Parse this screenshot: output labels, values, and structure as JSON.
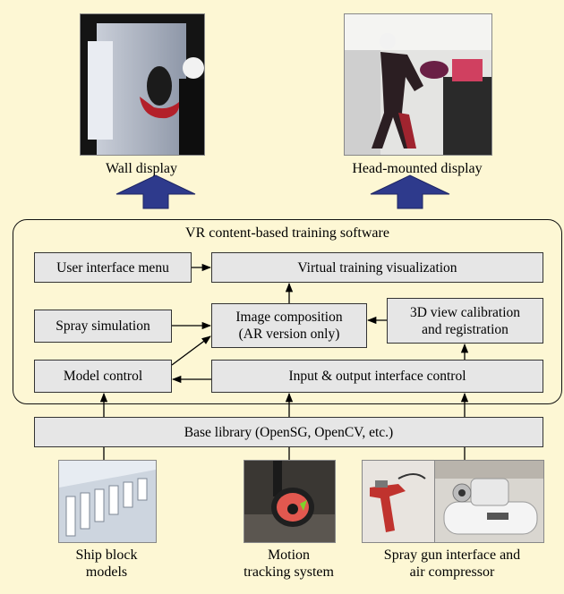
{
  "photos": {
    "wall_display": {
      "caption": "Wall display"
    },
    "hmd": {
      "caption": "Head-mounted display"
    },
    "ship_block": {
      "caption_line1": "Ship block",
      "caption_line2": "models"
    },
    "motion_tracking": {
      "caption_line1": "Motion",
      "caption_line2": "tracking system"
    },
    "spray_gun": {
      "caption_line1": "Spray gun interface and",
      "caption_line2": "air compressor"
    }
  },
  "software": {
    "title": "VR content-based training software",
    "boxes": {
      "user_interface_menu": "User interface menu",
      "virtual_training_visualization": "Virtual training visualization",
      "spray_simulation": "Spray simulation",
      "image_composition_line1": "Image composition",
      "image_composition_line2": "(AR version only)",
      "view_calibration_line1": "3D view calibration",
      "view_calibration_line2": "and registration",
      "model_control": "Model control",
      "io_interface_control": "Input & output interface control"
    }
  },
  "base_library": "Base library (OpenSG, OpenCV, etc.)",
  "colors": {
    "background": "#fdf7d4",
    "box_fill": "#e6e6e6",
    "up_arrow": "#2e3a8c"
  }
}
